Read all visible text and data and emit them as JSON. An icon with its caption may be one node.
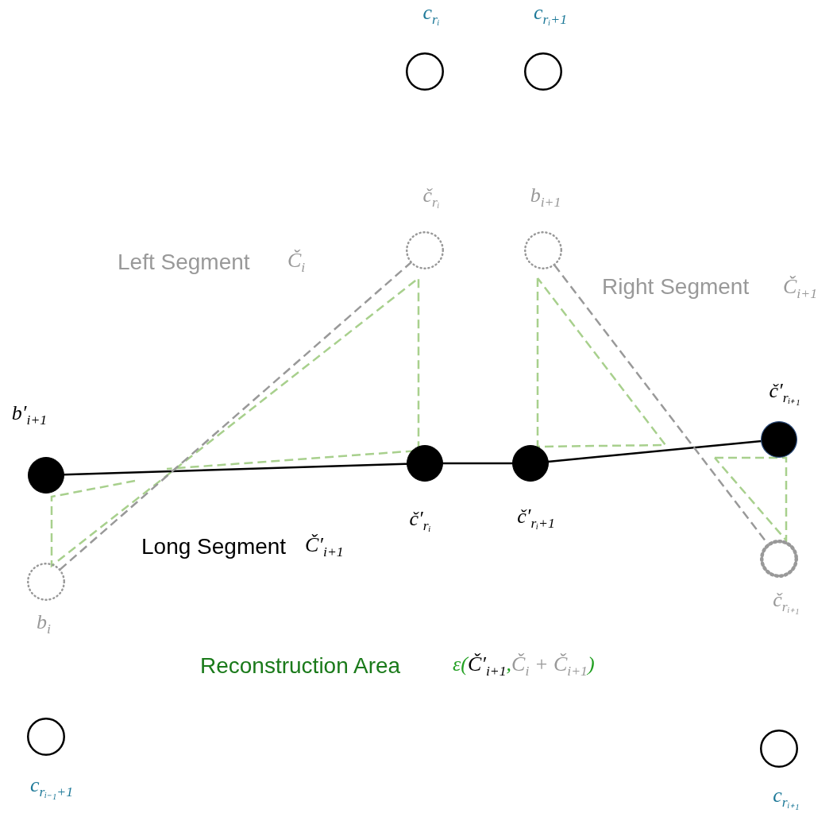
{
  "diagram": {
    "nodes": [
      {
        "text": [],
        "shape": "circle",
        "beside": [
          "c$_{rᵢ}$"
        ]
      },
      {
        "text": [],
        "shape": "circle",
        "beside": [
          "c$_{rᵢ+1}$"
        ]
      },
      {
        "text": [],
        "shape": "circle",
        "beside": [
          "č$_{rᵢ}$"
        ]
      },
      {
        "text": [],
        "shape": "circle",
        "beside": [
          "b$_{i+1}$"
        ]
      },
      {
        "text": [],
        "shape": "circle",
        "beside": [
          "b′$_{i+1}$"
        ]
      },
      {
        "text": [],
        "shape": "circle",
        "beside": [
          "č′$_{rᵢ}$"
        ]
      },
      {
        "text": [],
        "shape": "circle",
        "beside": [
          "č′$_{rᵢ+1}$"
        ]
      },
      {
        "text": [],
        "shape": "circle",
        "beside": [
          "č′$_{rᵢ₊₁}$"
        ]
      },
      {
        "text": [],
        "shape": "circle",
        "beside": [
          "b$_{i}$"
        ]
      },
      {
        "text": [],
        "shape": "circle",
        "beside": [
          "č$_{rᵢ₊₁}$"
        ]
      },
      {
        "text": [],
        "shape": "circle",
        "beside": [
          "c$_{rᵢ₋₁+1}$"
        ]
      },
      {
        "text": [],
        "shape": "circle",
        "beside": [
          "c$_{rᵢ₊₁}$"
        ]
      }
    ],
    "edges": [
      {
        "from": 4,
        "to": 5,
        "arrow": "none"
      },
      {
        "from": 5,
        "to": 6,
        "arrow": "none"
      },
      {
        "from": 6,
        "to": 7,
        "arrow": "none"
      },
      {
        "from": 8,
        "to": 2,
        "arrow": "none",
        "style": "dashed",
        "color": "#999999"
      },
      {
        "from": 3,
        "to": 9,
        "arrow": "none",
        "style": "dashed",
        "color": "#999999"
      }
    ],
    "labels": [
      "Left Segment",
      "Č$_{i}$",
      "Right Segment",
      "Č$_{i+1}$",
      "Long Segment",
      "Č′$_{i+1}$",
      "Reconstruction Area",
      "ε(",
      "Č′$_{i+1}$",
      ",",
      "Č$_{i}$ + Č$_{i+1}$",
      ")"
    ]
  }
}
